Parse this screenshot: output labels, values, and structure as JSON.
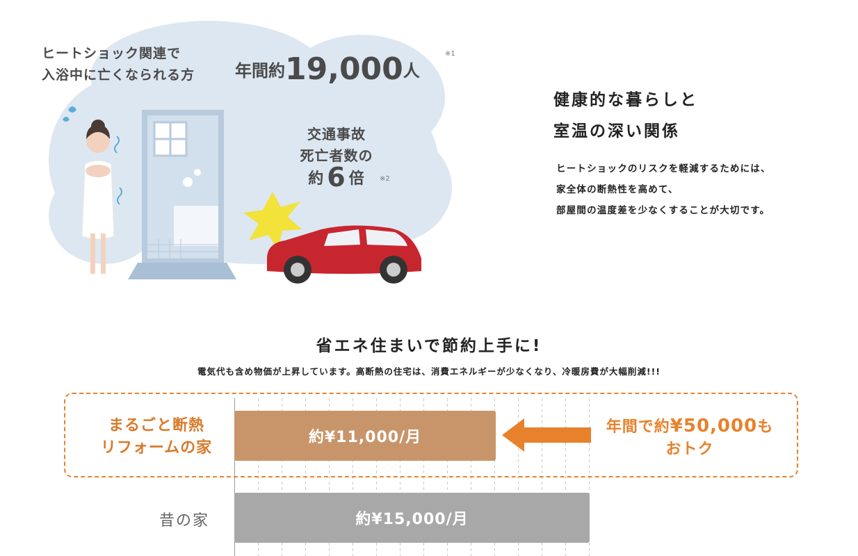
{
  "heatshock": {
    "label_line1": "ヒートショック関連で",
    "label_line2": "入浴中に亡くなられる方",
    "count_prefix": "年間約",
    "count_number": "19,000",
    "count_unit": "人",
    "note1": "※1",
    "traffic_line1": "交通事故",
    "traffic_line2": "死亡者数の",
    "traffic_prefix": "約",
    "traffic_number": "6",
    "traffic_suffix": "倍",
    "note2": "※2"
  },
  "health": {
    "title_line1": "健康的な暮らしと",
    "title_line2": "室温の深い関係",
    "body_line1": "ヒートショックのリスクを軽減するためには、",
    "body_line2": "家全体の断熱性を高めて、",
    "body_line3": "部屋間の温度差を少なくすることが大切です。"
  },
  "savings": {
    "title": "省エネ住まいで節約上手に!",
    "subtitle": "電気代も含め物価が上昇しています。高断熱の住宅は、消費エネルギーが少なくなり、冷暖房費が大幅削減!!!",
    "row_a_label_line1": "まるごと断熱",
    "row_a_label_line2": "リフォームの家",
    "row_a_value": "約¥11,000/月",
    "row_b_label": "昔の家",
    "row_b_value": "約¥15,000/月",
    "save_line1_prefix": "年間で約",
    "save_line1_amount": "¥50,000",
    "save_line1_suffix": "も",
    "save_line2": "おトク"
  },
  "colors": {
    "accent_orange": "#e8812b",
    "bar_renovated": "#c8956a",
    "bar_old": "#a8a8a8",
    "cloud": "#dde7f1",
    "car": "#c8262f"
  }
}
